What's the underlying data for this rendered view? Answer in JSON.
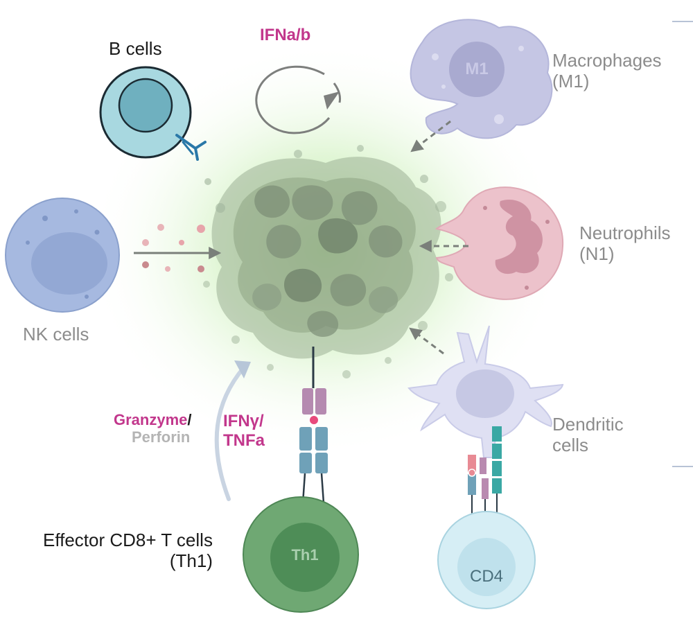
{
  "labels": {
    "b_cells": "B cells",
    "ifn_ab": "IFNa/b",
    "macrophages_line1": "Macrophages",
    "macrophages_line2": "(M1)",
    "m1": "M1",
    "nk_cells": "NK cells",
    "neutrophils_line1": "Neutrophils",
    "neutrophils_line2": "(N1)",
    "dendritic_line1": "Dendritic",
    "dendritic_line2": "cells",
    "granzyme": "Granzyme",
    "slash": "/",
    "perforin": "Perforin",
    "ifng_line1": "IFNγ/",
    "ifng_line2": "TNFa",
    "effector_line1": "Effector CD8+ T cells",
    "effector_line2": "(Th1)",
    "th1": "Th1",
    "cd4": "CD4"
  },
  "colors": {
    "magenta": "#c2378c",
    "tumor_glow": "#b9e6a0",
    "tumor_cell": "#8fa58a",
    "b_cell": "#9fd3dc",
    "nk_cell": "#a9bde4",
    "macrophage": "#c8c9e6",
    "neutrophil": "#e8bcc6",
    "dendritic": "#dfe0f3",
    "th1_cell": "#6fa873",
    "cd4_cell": "#d6eef5"
  },
  "icons": [
    "antibody-icon",
    "cycle-arrow-icon",
    "tcr-receptor-icon"
  ]
}
